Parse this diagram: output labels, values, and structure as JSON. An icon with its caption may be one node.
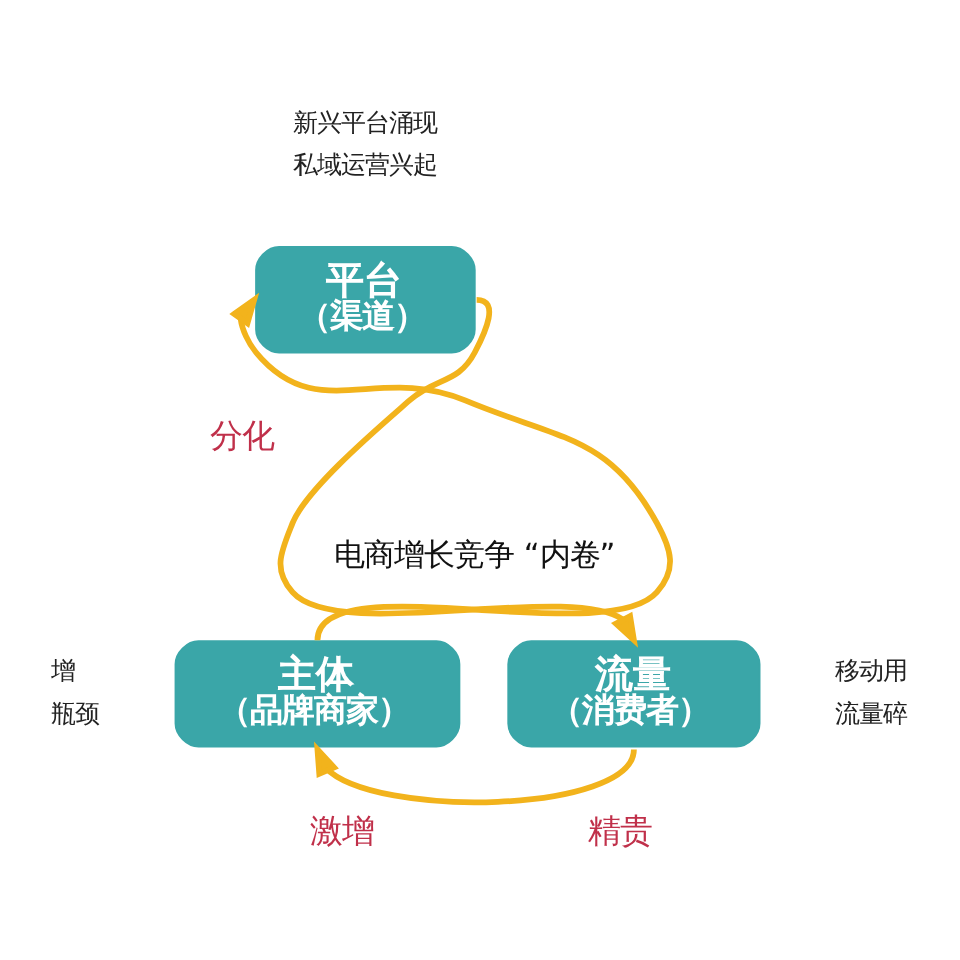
{
  "diagram": {
    "nodes": [
      {
        "text": [
          "平台",
          "（渠道）"
        ],
        "beside": [
          "新兴平台涌现",
          "私域运营兴起",
          "分化"
        ]
      },
      {
        "text": [
          "主体",
          "（品牌商家）"
        ],
        "beside": [
          "增",
          "瓶颈",
          "激增"
        ]
      },
      {
        "text": [
          "流量",
          "（消费者）"
        ],
        "beside": [
          "移动用",
          "流量碎",
          "精贵"
        ]
      }
    ],
    "edges": [
      {
        "from": 0,
        "to": 2,
        "arrow": "to"
      },
      {
        "from": 2,
        "to": 1,
        "arrow": "to"
      },
      {
        "from": 1,
        "to": 0,
        "arrow": "to"
      }
    ],
    "labels": [
      "电商增长竞争 “内卷”"
    ]
  }
}
